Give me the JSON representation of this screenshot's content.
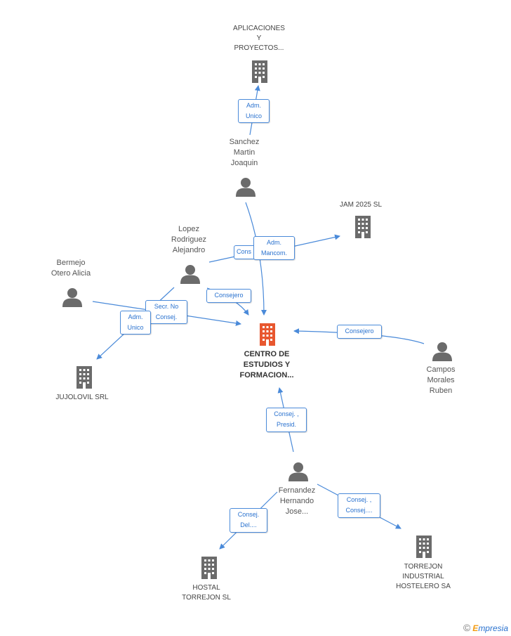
{
  "colors": {
    "edge": "#4a8ad9",
    "person_icon": "#6b6b6b",
    "company_icon": "#6b6b6b",
    "main_company_icon": "#e8572f"
  },
  "nodes": {
    "aplicaciones": [
      "APLICACIONES",
      "Y",
      "PROYECTOS..."
    ],
    "sanchez": [
      "Sanchez",
      "Martin",
      "Joaquin"
    ],
    "jam": [
      "JAM 2025 SL"
    ],
    "lopez": [
      "Lopez",
      "Rodriguez",
      "Alejandro"
    ],
    "bermejo": [
      "Bermejo",
      "Otero Alicia"
    ],
    "centro": [
      "CENTRO DE",
      "ESTUDIOS Y",
      "FORMACION..."
    ],
    "campos": [
      "Campos",
      "Morales",
      "Ruben"
    ],
    "jujolovil": [
      "JUJOLOVIL SRL"
    ],
    "fernandez": [
      "Fernandez",
      "Hernando",
      "Jose..."
    ],
    "hostal": [
      "HOSTAL",
      "TORREJON SL"
    ],
    "torrejon": [
      "TORREJON",
      "INDUSTRIAL",
      "HOSTELERO SA"
    ]
  },
  "edge_labels": {
    "adm_unico_top": [
      "Adm.",
      "Unico"
    ],
    "consejero_hidden": [
      "Cons"
    ],
    "adm_mancom": [
      "Adm.",
      "Mancom."
    ],
    "consejero_lopez": [
      "Consejero"
    ],
    "secr_no_consej": [
      "Secr.  No",
      "Consej."
    ],
    "adm_unico_left": [
      "Adm.",
      "Unico"
    ],
    "consejero_campos": [
      "Consejero"
    ],
    "consej_presid": [
      "Consej. ,",
      "Presid."
    ],
    "consej_del": [
      "Consej.",
      "Del...."
    ],
    "consej_consej": [
      "Consej. ,",
      "Consej...."
    ]
  },
  "brand": {
    "copyright": "©",
    "e": "E",
    "rest": "mpresia"
  }
}
